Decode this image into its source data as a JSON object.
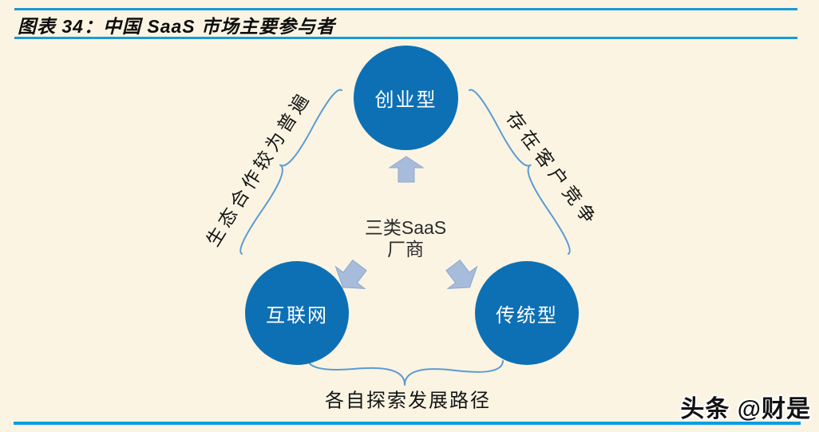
{
  "figure": {
    "title": "图表 34：中国 SaaS 市场主要参与者"
  },
  "diagram": {
    "center": {
      "line1": "三类SaaS",
      "line2": "厂商"
    },
    "nodes": {
      "top": {
        "label": "创业型"
      },
      "bottom_left": {
        "label": "互联网"
      },
      "bottom_right": {
        "label": "传统型"
      }
    },
    "relations": {
      "left": {
        "label": "生态合作较为普遍"
      },
      "right": {
        "label": "存在客户竞争"
      },
      "bottom": {
        "label": "各自探索发展路径"
      }
    },
    "colors": {
      "background": "#fbf4e2",
      "node_fill": "#0e70b4",
      "node_text": "#ffffff",
      "arrow_fill": "#a7bcdb",
      "brace_stroke": "#5b9bd5",
      "header_rule": "#1a9ad6",
      "footer_rule": "#0c9de2"
    }
  },
  "watermark": {
    "text": "头条 @财是"
  }
}
